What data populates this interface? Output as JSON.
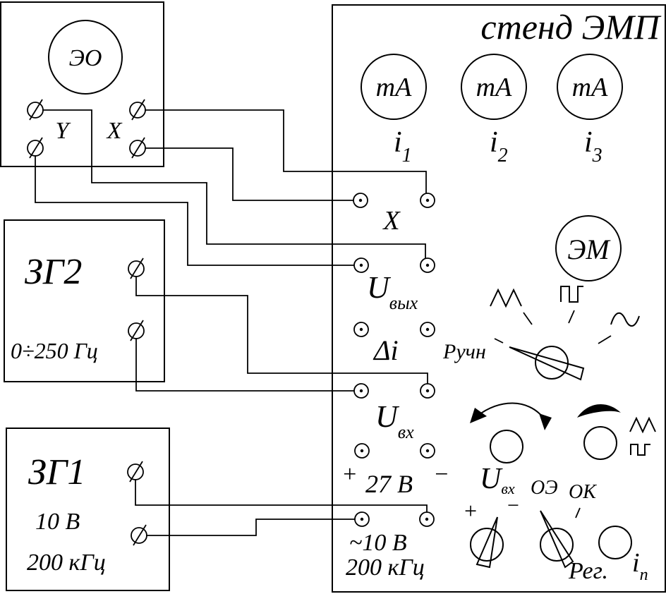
{
  "stand": {
    "title": "стенд ЭМП",
    "meters": [
      {
        "unit": "mA",
        "sub": "1"
      },
      {
        "unit": "mA",
        "sub": "2"
      },
      {
        "unit": "mA",
        "sub": "3"
      }
    ],
    "current_symbol": "i",
    "em_label": "ЭМ",
    "x_label": "X",
    "uout_main": "U",
    "uout_sub": "вых",
    "di_label": "Δi",
    "uin_main": "U",
    "uin_sub": "вх",
    "plus": "+",
    "minus": "−",
    "dc_label": "27 В",
    "ac_v_label": "~10 В",
    "ac_f_label": "200 кГц",
    "manual_label": "Ручн",
    "uin2_main": "U",
    "uin2_sub": "вх",
    "oe_label": "ОЭ",
    "ok_label": "ОК",
    "reg_label": "Рег.",
    "in_main": "i",
    "in_sub": "п"
  },
  "oscilloscope": {
    "label": "ЭО",
    "y_label": "Y",
    "x_label": "X"
  },
  "gen2": {
    "name": "ЗГ2",
    "range": "0÷250 Гц"
  },
  "gen1": {
    "name": "ЗГ1",
    "voltage": "10 В",
    "freq": "200 кГц"
  }
}
